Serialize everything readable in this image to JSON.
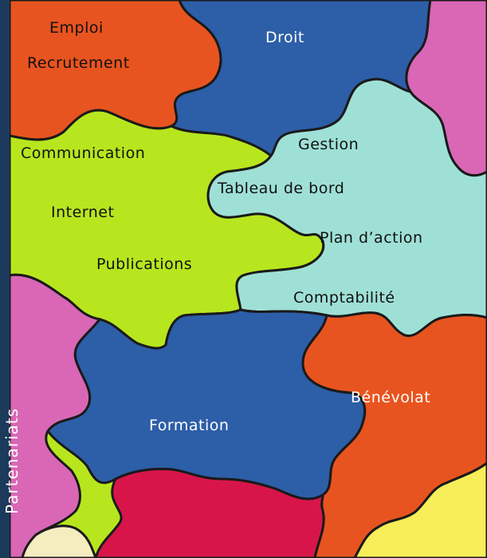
{
  "pieces": [
    {
      "label_lines": [
        "Emploi",
        "Recrutement"
      ],
      "color": "#e8541f",
      "text_color": "#111111"
    },
    {
      "label_lines": [
        "Droit"
      ],
      "color": "#2d5ea8",
      "text_color": "#ffffff"
    },
    {
      "label_lines": [
        "Communication",
        "Internet",
        "Publications"
      ],
      "color": "#b7e61e",
      "text_color": "#111111"
    },
    {
      "label_lines": [
        "Gestion",
        "Tableau de bord",
        "Plan d’action",
        "Comptabilité"
      ],
      "color": "#9fe0d6",
      "text_color": "#111111"
    },
    {
      "label_lines": [
        "Formation"
      ],
      "color": "#2d5ea8",
      "text_color": "#ffffff"
    },
    {
      "label_lines": [
        "Bénévolat"
      ],
      "color": "#e8541f",
      "text_color": "#ffffff"
    },
    {
      "label_lines": [
        "Partenariats"
      ],
      "color": "#d967b6",
      "text_color": "#ffffff"
    }
  ],
  "colors": {
    "background": "#1b3a5c",
    "outline": "#1a1a1a",
    "magenta": "#d967b6",
    "red": "#d8154a",
    "yellow": "#f7ee5a",
    "cream": "#f5ecc0"
  }
}
